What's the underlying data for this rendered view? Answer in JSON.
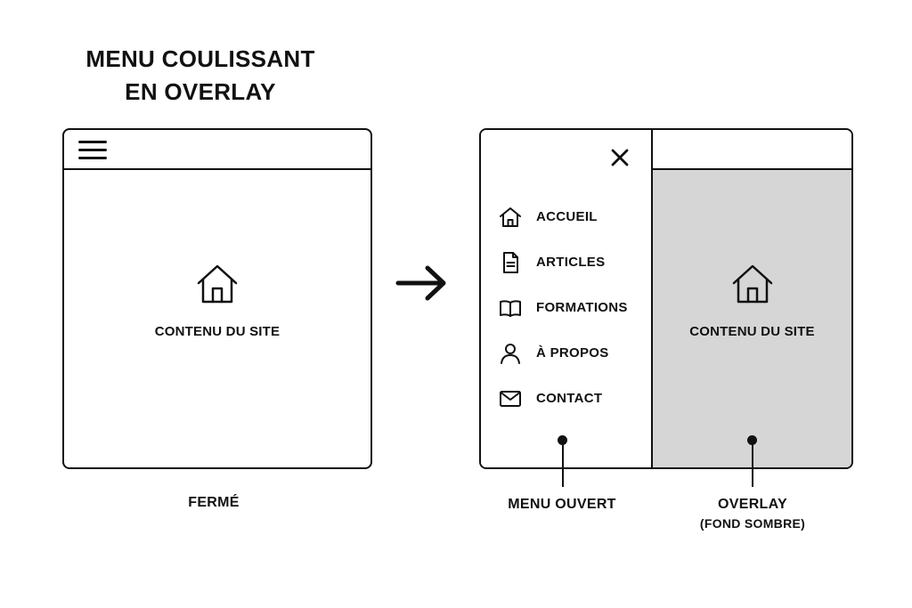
{
  "title": {
    "line1": "MENU COULISSANT",
    "line2": "EN OVERLAY"
  },
  "closed_state": {
    "content_label": "CONTENU DU SITE",
    "caption": "FERMÉ",
    "menu_icon": "hamburger-icon",
    "content_icon": "home-icon"
  },
  "transition_icon": "arrow-right-icon",
  "open_state": {
    "close_icon": "close-icon",
    "menu_items": [
      {
        "label": "ACCUEIL",
        "icon": "home-icon"
      },
      {
        "label": "ARTICLES",
        "icon": "document-icon"
      },
      {
        "label": "FORMATIONS",
        "icon": "book-icon"
      },
      {
        "label": "À PROPOS",
        "icon": "user-icon"
      },
      {
        "label": "CONTACT",
        "icon": "mail-icon"
      }
    ],
    "content_label": "CONTENU DU SITE",
    "menu_caption": "MENU OUVERT",
    "overlay_caption": "OVERLAY",
    "overlay_subcaption": "(FOND SOMBRE)"
  },
  "colors": {
    "stroke": "#111111",
    "overlay": "#d6d6d6",
    "background": "#ffffff"
  }
}
